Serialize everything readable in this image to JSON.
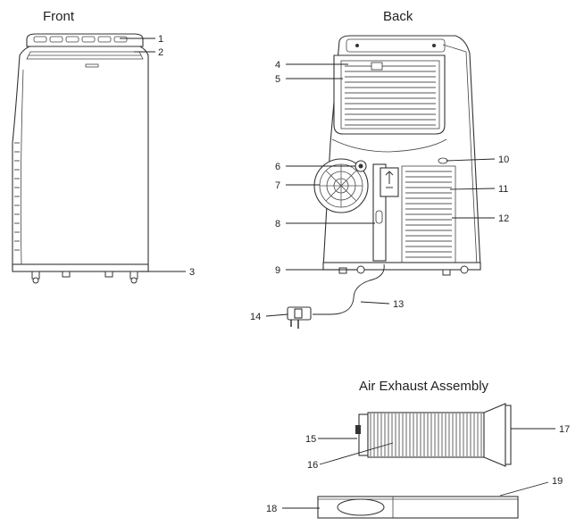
{
  "titles": {
    "front": "Front",
    "back": "Back",
    "exhaust": "Air Exhaust Assembly"
  },
  "callouts": [
    "1",
    "2",
    "3",
    "4",
    "5",
    "6",
    "7",
    "8",
    "9",
    "10",
    "11",
    "12",
    "13",
    "14",
    "15",
    "16",
    "17",
    "18",
    "19"
  ]
}
